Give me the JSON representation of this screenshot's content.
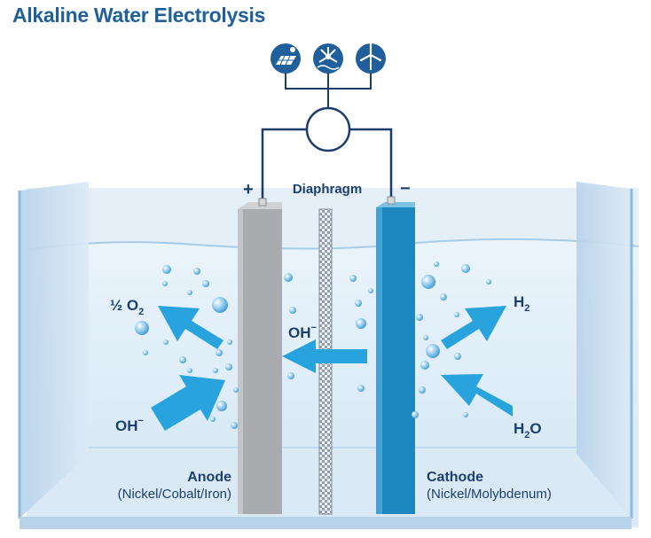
{
  "title": "Alkaline Water Electrolysis",
  "power_sources": [
    {
      "icon": "solar-panel-icon"
    },
    {
      "icon": "hydro-turbine-icon"
    },
    {
      "icon": "wind-turbine-icon"
    }
  ],
  "labels": {
    "plus": "+",
    "minus": "−",
    "diaphragm": "Diaphragm",
    "half": "½ O",
    "o2_sub": "2",
    "oh_left": "OH",
    "oh_left_sup": "−",
    "oh_mid": "OH",
    "oh_mid_sup": "−",
    "h2": "H",
    "h2_sub": "2",
    "h2o_h": "H",
    "h2o_sub": "2",
    "h2o_o": "O",
    "anode": "Anode",
    "anode_material": "(Nickel/Cobalt/Iron)",
    "cathode": "Cathode",
    "cathode_material": "(Nickel/Molybdenum)"
  },
  "colors": {
    "title": "#1f5f9c",
    "wire": "#1a3d6e",
    "anode": "#a9abae",
    "cathode": "#1f87bf",
    "arrow": "#29a3dd",
    "water": "#d8eaf6",
    "tank": "#c9def0"
  }
}
